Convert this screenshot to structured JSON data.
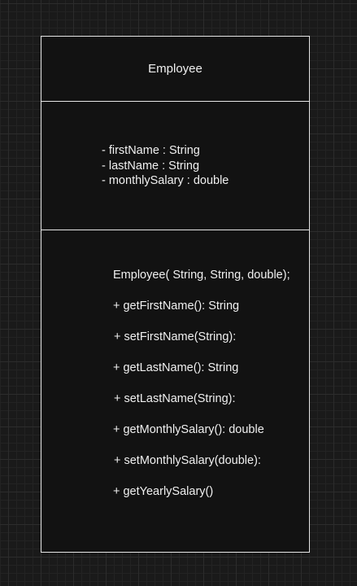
{
  "class": {
    "name": "Employee",
    "attributes": [
      "- firstName : String",
      "- lastName : String",
      "- monthlySalary : double"
    ],
    "methods": [
      "Employee( String, String, double);",
      "+ getFirstName(): String",
      " + setFirstName(String):",
      "+ getLastName(): String",
      " + setLastName(String):",
      "+ getMonthlySalary(): double",
      " + setMonthlySalary(double):",
      "+ getYearlySalary()"
    ]
  }
}
